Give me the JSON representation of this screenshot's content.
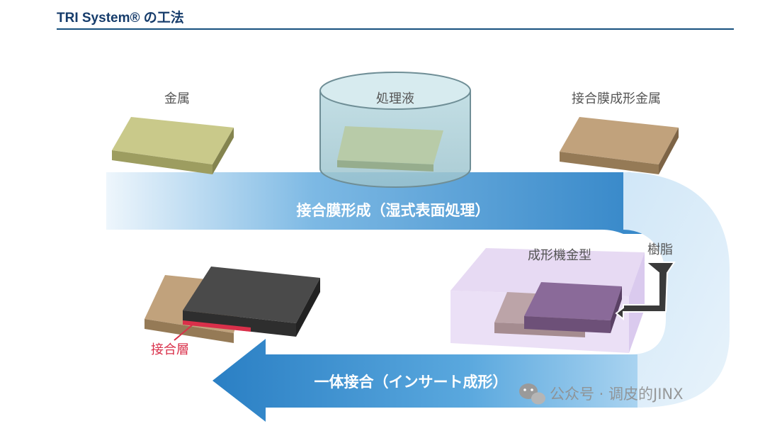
{
  "header": {
    "title": "TRI System® の工法"
  },
  "labels": {
    "metal": "金属",
    "treatment_liquid": "処理液",
    "bonded_film_metal": "接合膜成形金属",
    "mold": "成形機金型",
    "resin": "樹脂",
    "bonding_layer": "接合層"
  },
  "arrows": {
    "top_step": "接合膜形成（湿式表面処理）",
    "bottom_step": "一体接合（インサート成形）"
  },
  "watermark": {
    "text": "公众号 · 调皮的JINX",
    "icon": "wechat-icon"
  },
  "colors": {
    "title": "#163c6b",
    "rule": "#16507e",
    "flow_blue": "#2f86c8",
    "bonding_layer": "#d9304a"
  }
}
